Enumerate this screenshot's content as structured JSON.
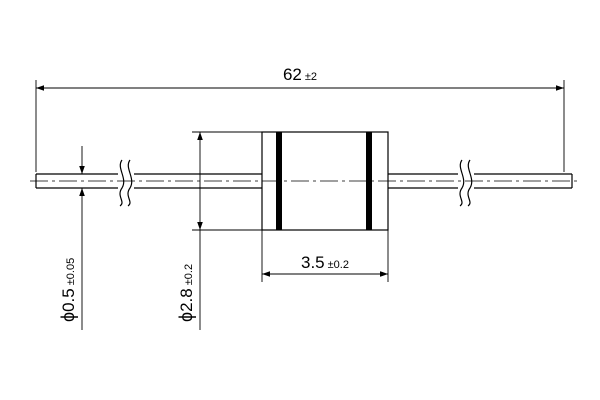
{
  "dimensions": {
    "overall_length": {
      "value": "62",
      "tolerance": "±2"
    },
    "lead_diameter": {
      "symbol": "ϕ",
      "value": "0.5",
      "tolerance": "±0.05"
    },
    "body_diameter": {
      "symbol": "ϕ",
      "value": "2.8",
      "tolerance": "±0.2"
    },
    "body_length": {
      "value": "3.5",
      "tolerance": "±0.2"
    }
  },
  "colors": {
    "line": "#000000",
    "background": "#ffffff"
  }
}
